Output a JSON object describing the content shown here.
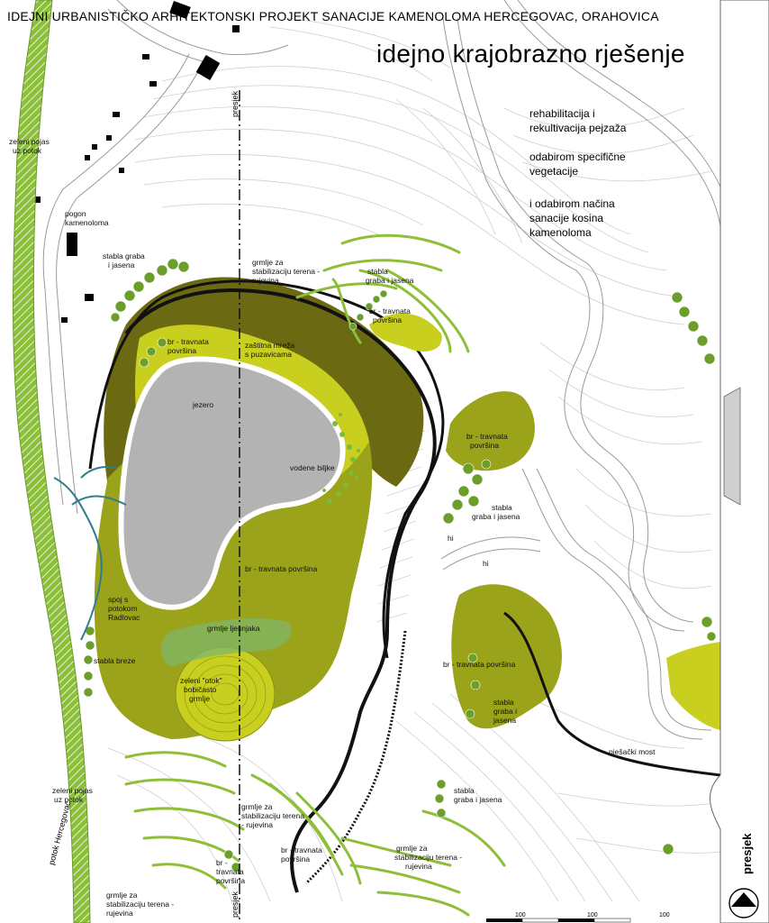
{
  "header": "IDEJNI URBANISTIČKO ARHITEKTONSKI PROJEKT SANACIJE KAMENOLOMA HERCEGOVAC, ORAHOVICA",
  "title": "idejno krajobrazno rješenje",
  "notes": {
    "line1": "rehabilitacija i",
    "line2": "rekultivacija pejzaža",
    "line3": "odabirom specifične",
    "line4": "vegetacije",
    "line5": "i odabirom načina",
    "line6": "sanacije kosina",
    "line7": "kamenoloma"
  },
  "labels": {
    "zeleni_pojas_top_1": "zeleni pojas",
    "zeleni_pojas_top_2": "uz potok",
    "pogon_1": "pogon",
    "pogon_2": "kamenoloma",
    "stabla_graba_top_1": "stabla graba",
    "stabla_graba_top_2": "i jasena",
    "grmlje_top_1": "grmlje za",
    "grmlje_top_2": "stabilizaciju terena -",
    "grmlje_top_3": "rujevina",
    "stabla_graba_right_top_1": "stabla",
    "stabla_graba_right_top_2": "graba i jasena",
    "br_travnata_top_1": "br - travnata",
    "br_travnata_top_2": "površina",
    "br_travnata_lake_1": "br - travnata",
    "br_travnata_lake_2": "površina",
    "zastitna_1": "zaštitna mreža",
    "zastitna_2": "s puzavicama",
    "jezero": "jezero",
    "vodene_biljke": "vodene biljke",
    "br_travnata_mid_1": "br - travnata",
    "br_travnata_mid_2": "površina",
    "stabla_graba_mid_1": "stabla",
    "stabla_graba_mid_2": "graba i jasena",
    "hi_1": "hi",
    "hi_2": "hi",
    "br_travnata_main": "br - travnata površina",
    "spoj_1": "spoj s",
    "spoj_2": "potokom",
    "spoj_3": "Radlovac",
    "grmlje_ljesnjaka": "grmlje lješnjaka",
    "stabla_breze": "stabla breze",
    "otok_1": "zeleni \"otok\"",
    "otok_2": "bobičasto",
    "otok_3": "grmlje",
    "br_travnata_right": "br - travnata površina",
    "stabla_graba_right_1": "stabla",
    "stabla_graba_right_2": "graba i",
    "stabla_graba_right_3": "jasena",
    "pjesacki_most": "pješački most",
    "zeleni_pojas_bot_1": "zeleni pojas",
    "zeleni_pojas_bot_2": "uz potok",
    "grmlje_mid_1": "grmlje za",
    "grmlje_mid_2": "stabilizaciju terena",
    "grmlje_mid_3": "- rujevina",
    "stabla_graba_bot_1": "stabla",
    "stabla_graba_bot_2": "graba i jasena",
    "br_travnata_bot_1": "br - travnata",
    "br_travnata_bot_2": "površina",
    "br_travnata_small_1": "br -",
    "br_travnata_small_2": "travnata",
    "br_travnata_small_3": "površina",
    "grmlje_bot_right_1": "grmlje za",
    "grmlje_bot_right_2": "stabilizaciju terena -",
    "grmlje_bot_right_3": "rujevina",
    "grmlje_bot_left_1": "grmlje za",
    "grmlje_bot_left_2": "stabilizaciju terena -",
    "grmlje_bot_left_3": "rujevina",
    "potok_hercegovac": "potok Hercegovac",
    "presjek_top": "presjek",
    "presjek_bottom": "presjek",
    "presjek_right": "presjek"
  },
  "scale": {
    "s1": "100",
    "s2": "100",
    "s3": "100"
  },
  "colors": {
    "olive_dark": "#6b6a12",
    "olive_mid": "#9aa31a",
    "yellow_green": "#c9cf1e",
    "light_green": "#8fbf3a",
    "lake": "#b3b3b3",
    "tree": "#6b9e2a",
    "stream": "#2f7d8c"
  }
}
